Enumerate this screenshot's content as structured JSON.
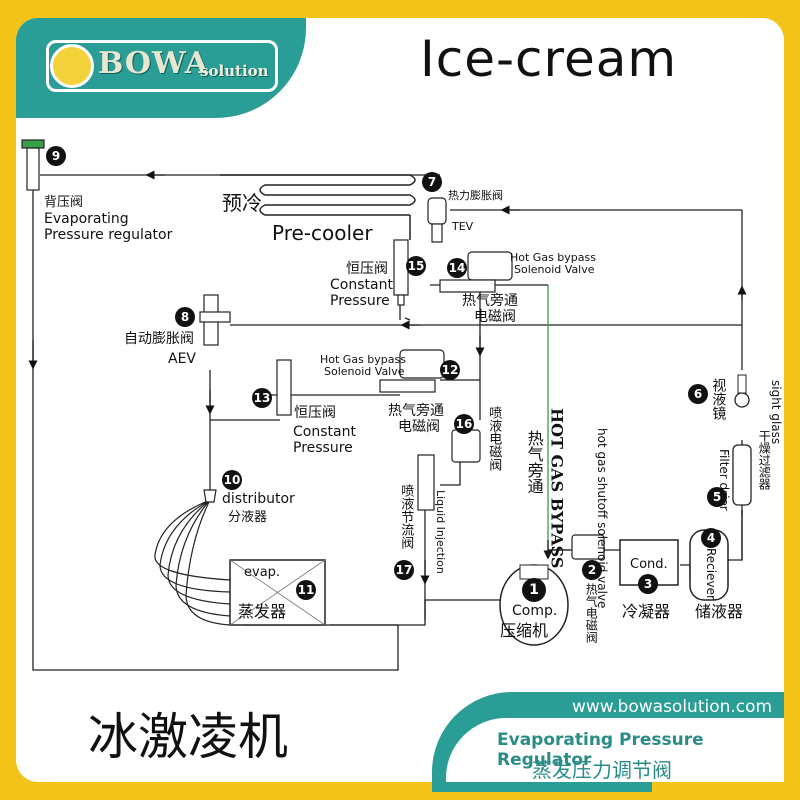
{
  "brand": {
    "logo_text": "BOWA",
    "logo_sub": "solution",
    "website": "www.bowasolution.com"
  },
  "title": "Ice-cream",
  "title_cn": "冰激凌机",
  "footer": {
    "en": "Evaporating Pressure Regulator",
    "cn": "蒸发压力调节阀"
  },
  "components": {
    "c1": {
      "num": "1",
      "en": "Comp.",
      "cn": "压缩机"
    },
    "c2": {
      "num": "2",
      "en": "hot gas shutoff solenoid valve",
      "cn": "热气电磁阀"
    },
    "c3": {
      "num": "3",
      "en": "Cond.",
      "cn": "冷凝器"
    },
    "c4": {
      "num": "4",
      "en": "Reciever",
      "cn": "储液器"
    },
    "c5": {
      "num": "5",
      "en": "Filter drier",
      "cn": "干燥过滤器"
    },
    "c6": {
      "num": "6",
      "en": "sight glass",
      "cn": "视液镜"
    },
    "c7": {
      "num": "7",
      "en": "TEV",
      "cn": "热力膨胀阀"
    },
    "c8": {
      "num": "8",
      "en": "AEV",
      "cn": "自动膨胀阀"
    },
    "c9": {
      "num": "9",
      "en_1": "Evaporating",
      "en_2": "Pressure regulator",
      "cn": "背压阀"
    },
    "c10": {
      "num": "10",
      "en": "distributor",
      "cn": "分液器"
    },
    "c11": {
      "num": "11",
      "en": "evap.",
      "cn": "蒸发器"
    },
    "c12": {
      "num": "12",
      "en_1": "Hot Gas bypass",
      "en_2": "Solenoid Valve",
      "cn_1": "热气旁通",
      "cn_2": "电磁阀"
    },
    "c13": {
      "num": "13",
      "cn": "恒压阀",
      "en_1": "Constant",
      "en_2": "Pressure"
    },
    "c14": {
      "num": "14",
      "en_1": "Hot Gas bypass",
      "en_2": "Solenoid Valve",
      "cn_1": "热气旁通",
      "cn_2": "电磁阀"
    },
    "c15": {
      "num": "15",
      "cn": "恒压阀",
      "en_1": "Constant",
      "en_2": "Pressure"
    },
    "c16": {
      "num": "16",
      "cn": "喷液电磁阀"
    },
    "c17": {
      "num": "17",
      "en": "Liquid Injection",
      "cn": "喷液节流阀"
    }
  },
  "precooler": {
    "en": "Pre-cooler",
    "cn": "预冷"
  },
  "hot_gas_bypass": {
    "en": "HOT GAS BYPASS",
    "cn": "热气旁通"
  },
  "colors": {
    "frame": "#f4c319",
    "teal": "#2a9d96",
    "line": "#222222",
    "pipe_highlight": "#3a9d4a"
  }
}
